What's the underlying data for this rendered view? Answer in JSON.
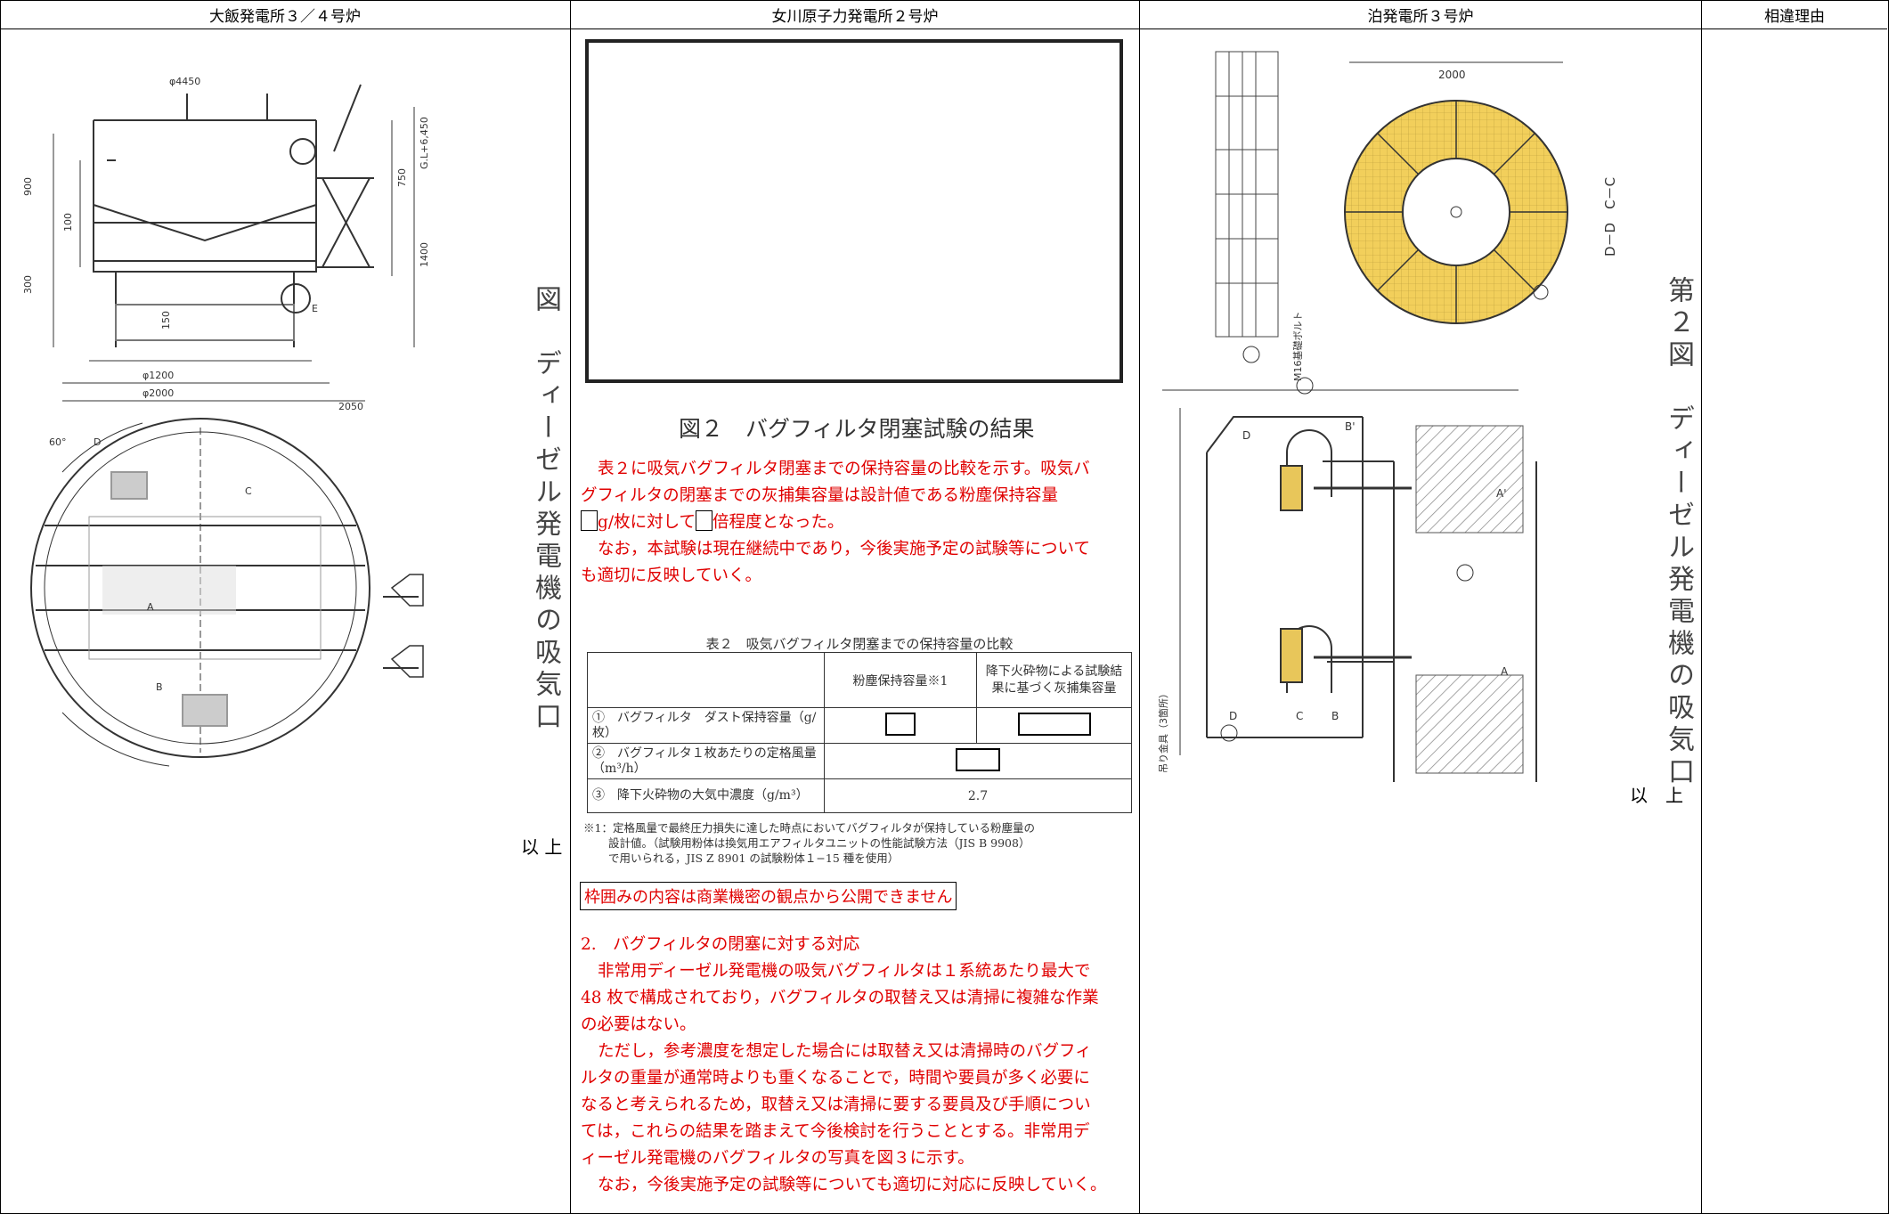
{
  "headers": {
    "col1": "大飯発電所３／４号炉",
    "col2": "女川原子力発電所２号炉",
    "col3": "泊発電所３号炉",
    "col4": "相違理由"
  },
  "col1": {
    "figure_title": "図　ディーゼル発電機の吸気口",
    "end_mark": "以 上"
  },
  "col2": {
    "figure_caption": "図２　バグフィルタ閉塞試験の結果",
    "para1_line1": "表２に吸気バグフィルタ閉塞までの保持容量の比較を示す。吸気バ",
    "para1_line2": "グフィルタの閉塞までの灰捕集容量は設計値である粉塵保持容量",
    "para1_line3a": "g/枚に対して",
    "para1_line3b": "倍程度となった。",
    "para2_line1": "なお，本試験は現在継続中であり，今後実施予定の試験等について",
    "para2_line2": "も適切に反映していく。",
    "table": {
      "title": "表２　吸気バグフィルタ閉塞までの保持容量の比較",
      "col_header_1": "粉塵保持容量※1",
      "col_header_2": "降下火砕物による試験結果に基づく灰捕集容量",
      "row1_label": "①　バグフィルタ　ダスト保持容量（g/枚）",
      "row2_label": "②　バグフィルタ１枚あたりの定格風量（m³/h）",
      "row3_label": "③　降下火砕物の大気中濃度（g/m³）",
      "row3_value": "2.7"
    },
    "note_line1": "※1：定格風量で最終圧力損失に達した時点においてバグフィルタが保持している粉塵量の",
    "note_line2": "設計値。（試験用粉体は換気用エアフィルタユニットの性能試験方法（JIS B 9908）",
    "note_line3": "で用いられる，JIS Z 8901 の試験粉体１−15 種を使用）",
    "confidential_note": "枠囲みの内容は商業機密の観点から公開できません",
    "section2_title": "2.　バグフィルタの閉塞に対する対応",
    "s2_line1": "非常用ディーゼル発電機の吸気バグフィルタは１系統あたり最大で",
    "s2_line2": "48 枚で構成されており，バグフィルタの取替え又は清掃に複雑な作業",
    "s2_line3": "の必要はない。",
    "s2_line4": "ただし，参考濃度を想定した場合には取替え又は清掃時のバグフィ",
    "s2_line5": "ルタの重量が通常時よりも重くなることで，時間や要員が多く必要に",
    "s2_line6": "なると考えられるため，取替え又は清掃に要する要員及び手順につい",
    "s2_line7": "ては，これらの結果を踏まえて今後検討を行うこととする。非常用デ",
    "s2_line8": "ィーゼル発電機のバグフィルタの写真を図３に示す。",
    "s2_line9": "なお，今後実施予定の試験等についても適切に対応に反映していく。"
  },
  "col3": {
    "figure_title": "第２図　ディーゼル発電機の吸気口",
    "end_mark": "以　上",
    "section_label_1": "D－D",
    "section_label_2": "C－C",
    "bolt_label": "M16基礎ボルト",
    "hanger_label": "吊り金具（3箇所）"
  },
  "colors": {
    "red_text": "#e00000",
    "filter_yellow": "#f2cf5b",
    "ink": "#222222"
  }
}
